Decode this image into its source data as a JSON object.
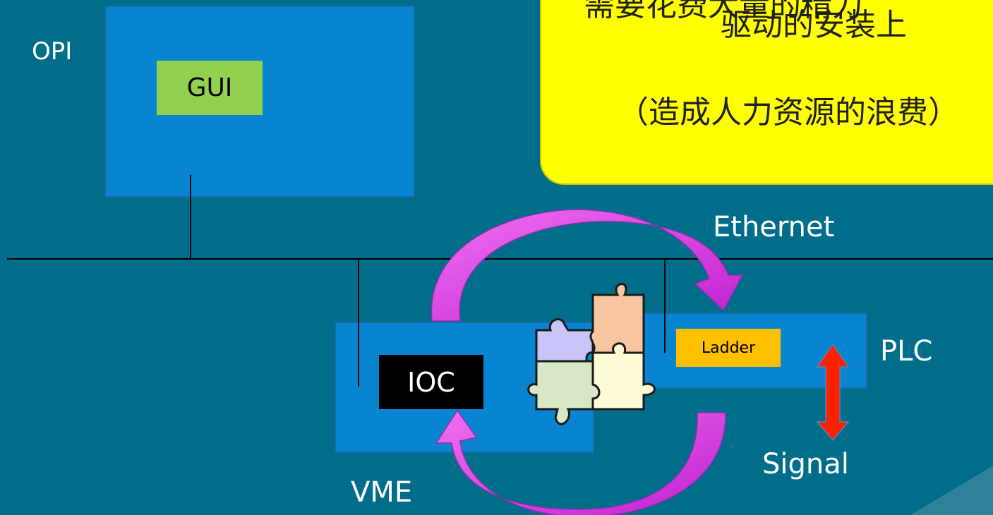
{
  "callout": {
    "line1": "需要花费大量的精力",
    "line2": "驱动的安装上",
    "line3": "（造成人力资源的浪费）"
  },
  "labels": {
    "opi": "OPI",
    "gui": "GUI",
    "ethernet": "Ethernet",
    "ioc": "IOC",
    "ladder": "Ladder",
    "plc": "PLC",
    "signal": "Signal",
    "vme": "VME"
  },
  "colors": {
    "background": "#006e8a",
    "box": "#0884d1",
    "gui_tag": "#92d050",
    "ladder_tag": "#ffc000",
    "ioc_tag": "#000000",
    "callout": "#ffff00",
    "arrow_magenta": "#e040e8",
    "signal_arrow": "#ff2000"
  },
  "icons": [
    "puzzle-icon"
  ]
}
